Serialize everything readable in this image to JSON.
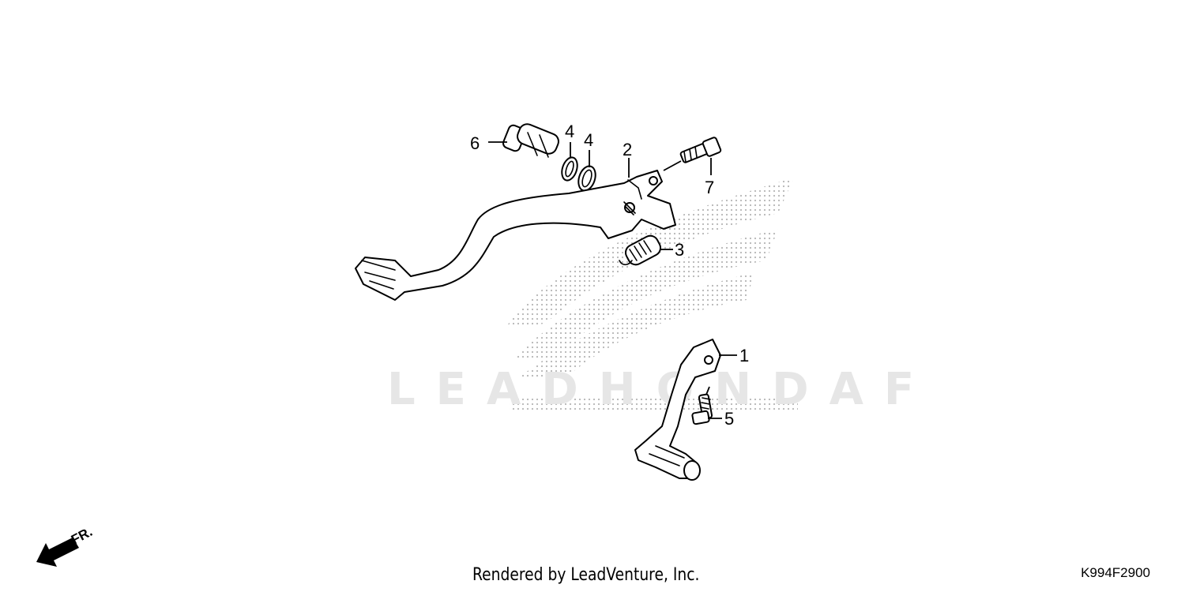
{
  "diagram": {
    "watermark_text": "LEADHONDAF",
    "front_indicator": "FR.",
    "callouts": [
      "1",
      "2",
      "3",
      "4",
      "4",
      "5",
      "6",
      "7"
    ]
  },
  "footer": {
    "credit": "Rendered by LeadVenture, Inc.",
    "diagram_code": "K994F2900"
  }
}
